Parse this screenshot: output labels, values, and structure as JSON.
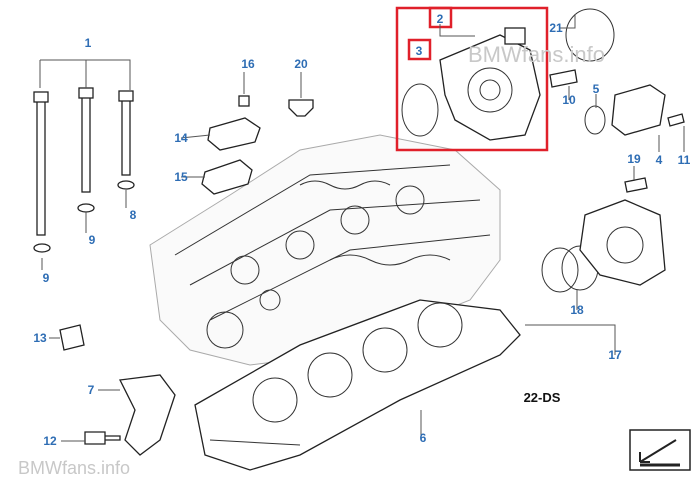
{
  "diagram": {
    "code": "22-DS",
    "watermark_top": "BMWfans.info",
    "watermark_bottom": "BMWfans.info",
    "highlight_color": "#e0202a",
    "callout_color": "#2e6db4",
    "parts": [
      {
        "key": "p1",
        "label": "1"
      },
      {
        "key": "p2",
        "label": "2"
      },
      {
        "key": "p3",
        "label": "3"
      },
      {
        "key": "p4",
        "label": "4"
      },
      {
        "key": "p5",
        "label": "5"
      },
      {
        "key": "p6",
        "label": "6"
      },
      {
        "key": "p7",
        "label": "7"
      },
      {
        "key": "p8",
        "label": "8"
      },
      {
        "key": "p9a",
        "label": "9"
      },
      {
        "key": "p9b",
        "label": "9"
      },
      {
        "key": "p10",
        "label": "10"
      },
      {
        "key": "p11",
        "label": "11"
      },
      {
        "key": "p12",
        "label": "12"
      },
      {
        "key": "p13",
        "label": "13"
      },
      {
        "key": "p14",
        "label": "14"
      },
      {
        "key": "p15",
        "label": "15"
      },
      {
        "key": "p16",
        "label": "16"
      },
      {
        "key": "p17",
        "label": "17"
      },
      {
        "key": "p18",
        "label": "18"
      },
      {
        "key": "p19",
        "label": "19"
      },
      {
        "key": "p20",
        "label": "20"
      },
      {
        "key": "p21",
        "label": "21"
      }
    ]
  }
}
